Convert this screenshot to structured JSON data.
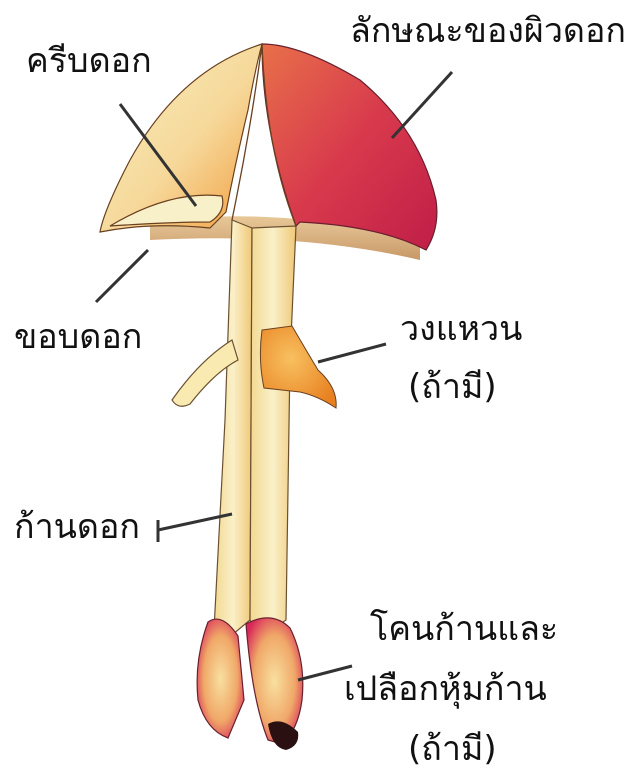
{
  "labels": {
    "cap_surface": "ลักษณะของผิวดอก",
    "gills": "ครีบดอก",
    "cap_edge": "ขอบดอก",
    "ring": "วงแหวน",
    "ring_note": "(ถ้ามี)",
    "stem": "ก้านดอก",
    "volva_line1": "โคนก้านและ",
    "volva_line2": "เปลือกหุ้มก้าน",
    "volva_note": "(ถ้ามี)"
  },
  "colors": {
    "cap_cream": "#f8f0c0",
    "cap_orange": "#f5a040",
    "cap_red": "#d0284a",
    "stem": "#f8eab0",
    "volva_pink": "#e04870",
    "leader_line": "#333333"
  }
}
